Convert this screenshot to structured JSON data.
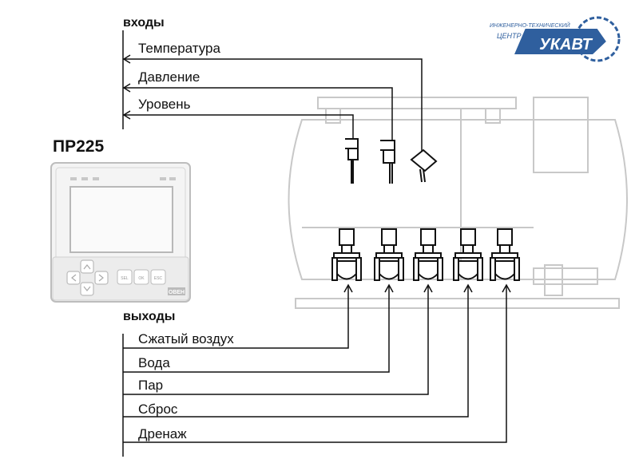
{
  "inputs_header": "входы",
  "inputs": [
    {
      "label": "Температура"
    },
    {
      "label": "Давление"
    },
    {
      "label": "Уровень"
    }
  ],
  "device": {
    "title": "ПР225",
    "buttons": [
      "SEL",
      "OK",
      "ESC"
    ],
    "brand": "ОВЕН"
  },
  "outputs_header": "выходы",
  "outputs": [
    {
      "label": "Сжатый воздух"
    },
    {
      "label": "Вода"
    },
    {
      "label": "Пар"
    },
    {
      "label": "Сброс"
    },
    {
      "label": "Дренаж"
    }
  ],
  "logo": {
    "line1": "ИНЖЕНЕРНО-ТЕХНИЧЕСКИЙ",
    "line2": "ЦЕНТР",
    "name": "УКАВТ"
  },
  "colors": {
    "line": "#111111",
    "tank": "#c8c8c8",
    "logo": "#2f5f9e"
  }
}
